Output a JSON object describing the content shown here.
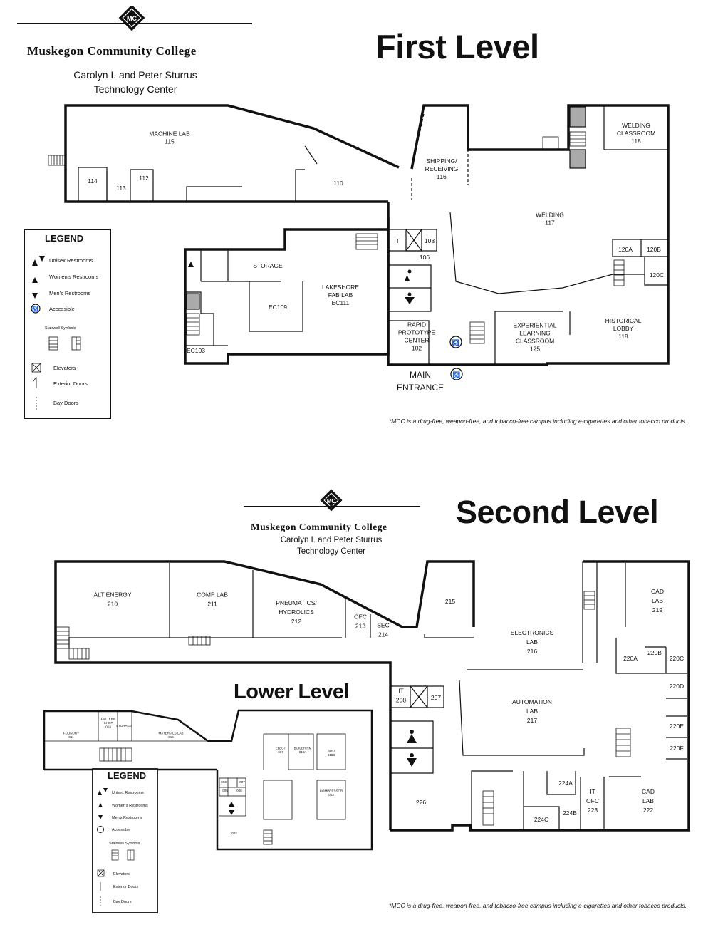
{
  "first_level": {
    "college_name": "Muskegon Community College",
    "building_line1": "Carolyn I. and  Peter Sturrus",
    "building_line2": "Technology Center",
    "title": "First Level",
    "disclaimer": "*MCC is a drug-free, weapon-free, and tobacco-free campus including e-cigarettes and other tobacco products.",
    "rooms": [
      {
        "id": "machine-lab",
        "lines": [
          "MACHINE LAB",
          "115"
        ]
      },
      {
        "id": "r114",
        "lines": [
          "114"
        ]
      },
      {
        "id": "r113",
        "lines": [
          "113"
        ]
      },
      {
        "id": "r112",
        "lines": [
          "112"
        ]
      },
      {
        "id": "r110",
        "lines": [
          "110"
        ]
      },
      {
        "id": "shipping",
        "lines": [
          "SHIPPING/",
          "RECEIVING",
          "116"
        ]
      },
      {
        "id": "welding-classroom",
        "lines": [
          "WELDING",
          "CLASSROOM",
          "118"
        ]
      },
      {
        "id": "welding",
        "lines": [
          "WELDING",
          "117"
        ]
      },
      {
        "id": "r120a",
        "lines": [
          "120A"
        ]
      },
      {
        "id": "r120b",
        "lines": [
          "120B"
        ]
      },
      {
        "id": "r120c",
        "lines": [
          "120C"
        ]
      },
      {
        "id": "it",
        "lines": [
          "IT"
        ]
      },
      {
        "id": "r108",
        "lines": [
          "108"
        ]
      },
      {
        "id": "r106",
        "lines": [
          "106"
        ]
      },
      {
        "id": "storage",
        "lines": [
          "STORAGE"
        ]
      },
      {
        "id": "ec109",
        "lines": [
          "EC109"
        ]
      },
      {
        "id": "lakeshore",
        "lines": [
          "LAKESHORE",
          "FAB LAB",
          "EC111"
        ]
      },
      {
        "id": "ec103",
        "lines": [
          "EC103"
        ]
      },
      {
        "id": "rapid",
        "lines": [
          "RAPID",
          "PROTOTYPE",
          "CENTER",
          "102"
        ]
      },
      {
        "id": "experiential",
        "lines": [
          "EXPERIENTIAL",
          "LEARNING",
          "CLASSROOM",
          "125"
        ]
      },
      {
        "id": "historical",
        "lines": [
          "HISTORICAL",
          "LOBBY",
          "118"
        ]
      }
    ],
    "entrance": [
      "MAIN",
      "ENTRANCE"
    ],
    "legend": {
      "title": "LEGEND",
      "items": [
        "Unisex Restrooms",
        "Women's Restrooms",
        "Men's Restrooms",
        "Accessible"
      ],
      "stair_heading": "Stairwell Symbols",
      "door_items": [
        "Elevators",
        "Exterior Doors",
        "Bay Doors"
      ]
    }
  },
  "second_level": {
    "college_name": "Muskegon Community College",
    "building_line1": "Carolyn I. and  Peter Sturrus",
    "building_line2": "Technology Center",
    "title": "Second Level",
    "disclaimer": "*MCC is a drug-free, weapon-free, and tobacco-free campus including e-cigarettes and other tobacco products.",
    "rooms": [
      {
        "id": "alt-energy",
        "lines": [
          "ALT ENERGY",
          "210"
        ]
      },
      {
        "id": "comp-lab",
        "lines": [
          "COMP LAB",
          "211"
        ]
      },
      {
        "id": "pneumatics",
        "lines": [
          "PNEUMATICS/",
          "HYDROLICS",
          "212"
        ]
      },
      {
        "id": "ofc213",
        "lines": [
          "OFC",
          "213"
        ]
      },
      {
        "id": "sec214",
        "lines": [
          "SEC",
          "214"
        ]
      },
      {
        "id": "r215",
        "lines": [
          "215"
        ]
      },
      {
        "id": "electronics",
        "lines": [
          "ELECTRONICS",
          "LAB",
          "216"
        ]
      },
      {
        "id": "cad219",
        "lines": [
          "CAD",
          "LAB",
          "219"
        ]
      },
      {
        "id": "r220a",
        "lines": [
          "220A"
        ]
      },
      {
        "id": "r220b",
        "lines": [
          "220B"
        ]
      },
      {
        "id": "r220c",
        "lines": [
          "220C"
        ]
      },
      {
        "id": "r220d",
        "lines": [
          "220D"
        ]
      },
      {
        "id": "r220e",
        "lines": [
          "220E"
        ]
      },
      {
        "id": "r220f",
        "lines": [
          "220F"
        ]
      },
      {
        "id": "it208",
        "lines": [
          "IT",
          "208"
        ]
      },
      {
        "id": "r207",
        "lines": [
          "207"
        ]
      },
      {
        "id": "automation",
        "lines": [
          "AUTOMATION",
          "LAB",
          "217"
        ]
      },
      {
        "id": "r226",
        "lines": [
          "226"
        ]
      },
      {
        "id": "r224a",
        "lines": [
          "224A"
        ]
      },
      {
        "id": "r224b",
        "lines": [
          "224B"
        ]
      },
      {
        "id": "r224c",
        "lines": [
          "224C"
        ]
      },
      {
        "id": "itofc223",
        "lines": [
          "IT",
          "OFC",
          "223"
        ]
      },
      {
        "id": "cad222",
        "lines": [
          "CAD",
          "LAB",
          "222"
        ]
      }
    ]
  },
  "lower_level": {
    "title": "Lower Level",
    "rooms": [
      {
        "id": "foundry",
        "lines": [
          "FOUNDRY",
          "011"
        ]
      },
      {
        "id": "pattern",
        "lines": [
          "PATTERN",
          "SHOP",
          "013"
        ]
      },
      {
        "id": "storage-l",
        "lines": [
          "STORAGE"
        ]
      },
      {
        "id": "materials",
        "lines": [
          "MATERIALS LAB",
          "015"
        ]
      },
      {
        "id": "elect",
        "lines": [
          "ELECT",
          "017"
        ]
      },
      {
        "id": "boiler",
        "lines": [
          "BOILER RM",
          "018A"
        ]
      },
      {
        "id": "ahu",
        "lines": [
          "AHU",
          "018B"
        ]
      },
      {
        "id": "r003",
        "lines": [
          "003"
        ]
      },
      {
        "id": "r007",
        "lines": [
          "007"
        ]
      },
      {
        "id": "r005",
        "lines": [
          "005"
        ]
      },
      {
        "id": "r006",
        "lines": [
          "006"
        ]
      },
      {
        "id": "compressor",
        "lines": [
          "COMPRESSOR",
          "023"
        ]
      },
      {
        "id": "r002",
        "lines": [
          "002"
        ]
      }
    ],
    "legend": {
      "title": "LEGEND",
      "items": [
        "Unisex Restrooms",
        "Women's Restrooms",
        "Men's Restrooms",
        "Accessible"
      ],
      "stair_heading": "Stairwell Symbols",
      "door_items": [
        "Elevators",
        "Exterior Doors",
        "Bay Doors"
      ]
    }
  }
}
